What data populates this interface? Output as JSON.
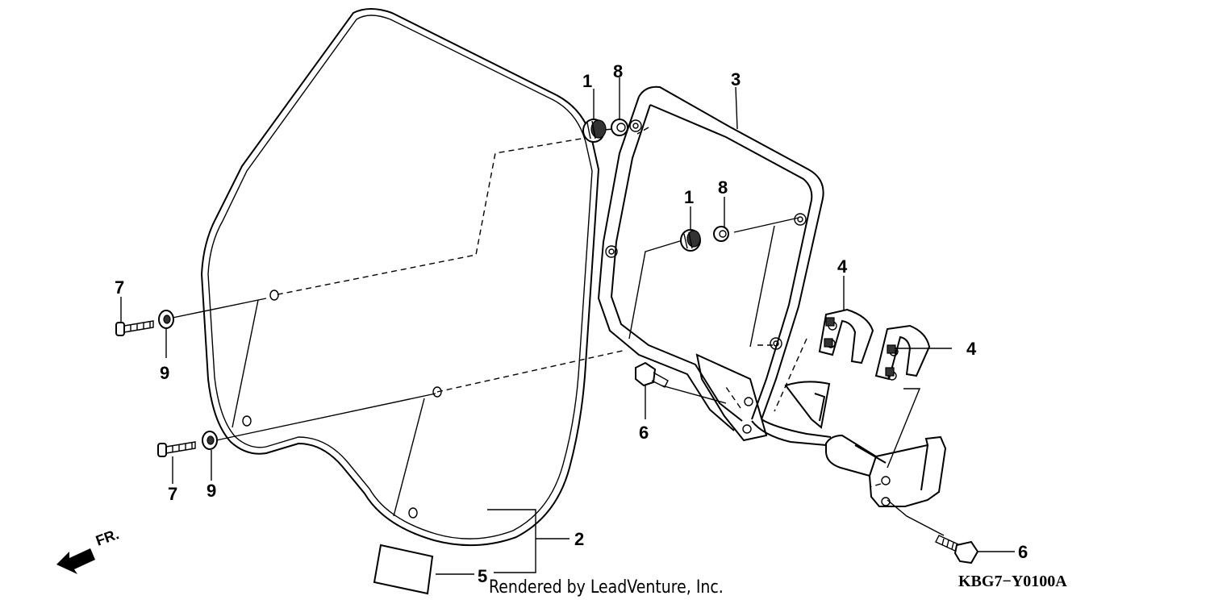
{
  "callouts": {
    "part_1_upper": "1",
    "part_8_upper": "8",
    "part_3": "3",
    "part_1_lower": "1",
    "part_8_lower": "8",
    "part_4_upper": "4",
    "part_4_right": "4",
    "part_7_upper": "7",
    "part_9_upper": "9",
    "part_6_left": "6",
    "part_7_lower": "7",
    "part_9_lower": "9",
    "part_2": "2",
    "part_5": "5",
    "part_6_right": "6"
  },
  "direction_label": "FR.",
  "credit": "Rendered by LeadVenture, Inc.",
  "diagram_code": "KBG7−Y0100A"
}
